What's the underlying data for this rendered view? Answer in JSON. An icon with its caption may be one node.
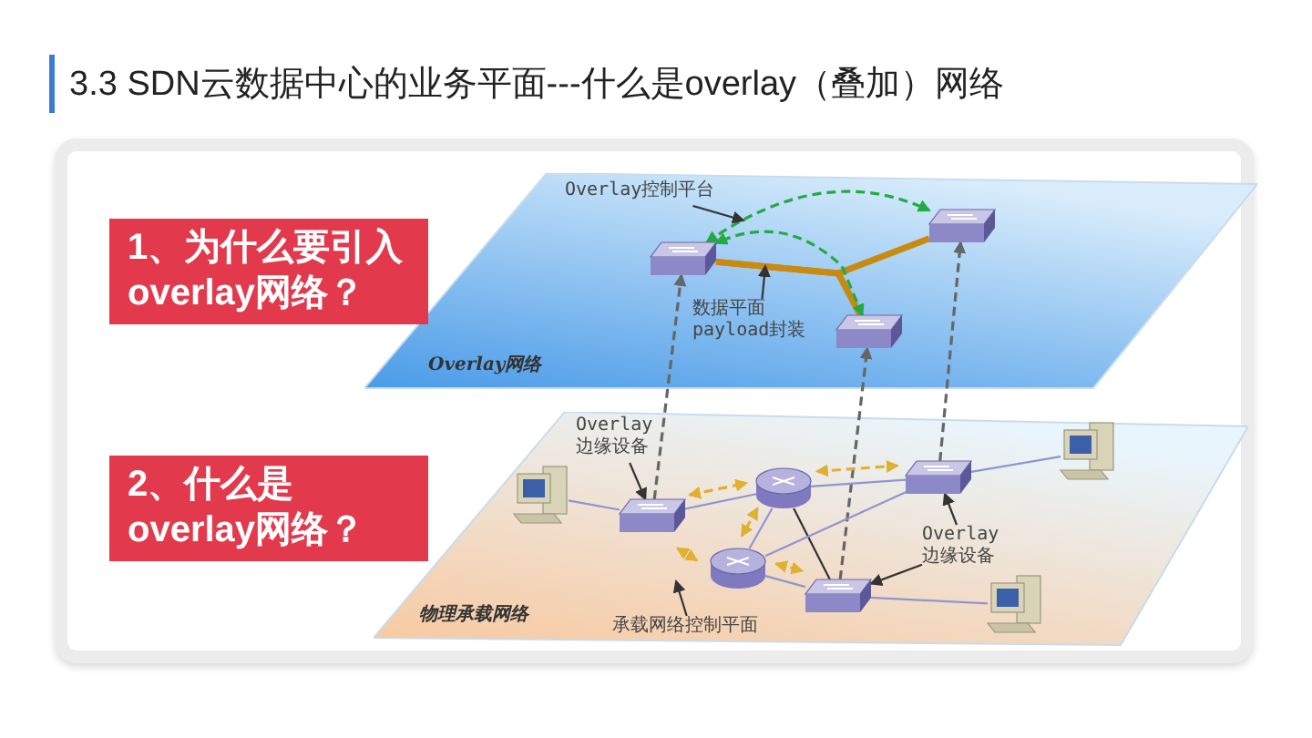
{
  "diagram": {
    "title": "3.3 SDN云数据中心的业务平面---什么是overlay（叠加）网络",
    "nodes": [
      {
        "text": [
          "1、为什么要引入overlay网络？"
        ]
      },
      {
        "text": [
          "2、什么是overlay网络？"
        ]
      },
      {
        "text": [
          "Overlay网络"
        ]
      },
      {
        "text": [
          "物理承载网络"
        ]
      },
      {
        "text": [],
        "shape": "box",
        "in": 2
      },
      {
        "text": [],
        "shape": "box",
        "in": 2
      },
      {
        "text": [],
        "shape": "box",
        "in": 2
      },
      {
        "text": [],
        "shape": "box",
        "in": 3
      },
      {
        "text": [],
        "shape": "circle",
        "in": 3
      },
      {
        "text": [],
        "shape": "box",
        "in": 3
      },
      {
        "text": [],
        "shape": "circle",
        "in": 3
      },
      {
        "text": [],
        "shape": "box",
        "in": 3
      },
      {
        "text": [],
        "shape": "picture",
        "in": 3
      },
      {
        "text": [],
        "shape": "picture",
        "in": 3
      },
      {
        "text": [],
        "shape": "picture",
        "in": 3
      },
      {
        "text": [
          "Overlay控制平台"
        ],
        "in": 2
      },
      {
        "text": [
          "数据平面 payload封装"
        ],
        "in": 2
      },
      {
        "text": [
          "Overlay 边缘设备"
        ],
        "in": 3
      },
      {
        "text": [
          "Overlay 边缘设备"
        ],
        "in": 3
      },
      {
        "text": [
          "承载网络控制平面"
        ],
        "in": 3
      }
    ],
    "edges": [
      {
        "from": 4,
        "to": 5,
        "arrow": "none",
        "style": "thick",
        "color": "#c98a10"
      },
      {
        "from": 4,
        "to": 6,
        "arrow": "none",
        "style": "thick",
        "color": "#c98a10"
      },
      {
        "from": 4,
        "to": 5,
        "arrow": "both",
        "style": "dashed",
        "color": "#22aa44"
      },
      {
        "from": 6,
        "to": 4,
        "arrow": "both",
        "style": "dashed",
        "color": "#22aa44"
      },
      {
        "from": 7,
        "to": 4,
        "arrow": "to",
        "style": "dashed",
        "color": "#666666"
      },
      {
        "from": 11,
        "to": 6,
        "arrow": "to",
        "style": "dashed",
        "color": "#666666"
      },
      {
        "from": 9,
        "to": 5,
        "arrow": "to",
        "style": "dashed",
        "color": "#666666"
      },
      {
        "from": 12,
        "to": 7,
        "arrow": "none"
      },
      {
        "from": 7,
        "to": 8,
        "arrow": "none"
      },
      {
        "from": 8,
        "to": 9,
        "arrow": "none"
      },
      {
        "from": 8,
        "to": 10,
        "arrow": "none"
      },
      {
        "from": 8,
        "to": 11,
        "arrow": "none",
        "color": "#333333"
      },
      {
        "from": 10,
        "to": 11,
        "arrow": "none"
      },
      {
        "from": 10,
        "to": 9,
        "arrow": "none"
      },
      {
        "from": 9,
        "to": 13,
        "arrow": "none"
      },
      {
        "from": 11,
        "to": 14,
        "arrow": "none"
      },
      {
        "from": 7,
        "to": 8,
        "arrow": "both",
        "style": "dashed",
        "color": "#e0b030"
      },
      {
        "from": 8,
        "to": 9,
        "arrow": "both",
        "style": "dashed",
        "color": "#e0b030"
      },
      {
        "from": 8,
        "to": 10,
        "arrow": "both",
        "style": "dashed",
        "color": "#e0b030"
      },
      {
        "from": 7,
        "to": 10,
        "arrow": "both",
        "style": "dashed",
        "color": "#e0b030"
      },
      {
        "from": 10,
        "to": 11,
        "arrow": "both",
        "style": "dashed",
        "color": "#e0b030"
      },
      {
        "from": 15,
        "to": null,
        "arrow": "to",
        "color": "#333333"
      },
      {
        "from": 16,
        "to": null,
        "arrow": "to",
        "color": "#333333"
      },
      {
        "from": 17,
        "to": 7,
        "arrow": "to",
        "color": "#333333"
      },
      {
        "from": 18,
        "to": 9,
        "arrow": "to",
        "color": "#333333"
      },
      {
        "from": 18,
        "to": 11,
        "arrow": "to",
        "color": "#333333"
      },
      {
        "from": 19,
        "to": null,
        "arrow": "to",
        "color": "#333333"
      }
    ]
  }
}
